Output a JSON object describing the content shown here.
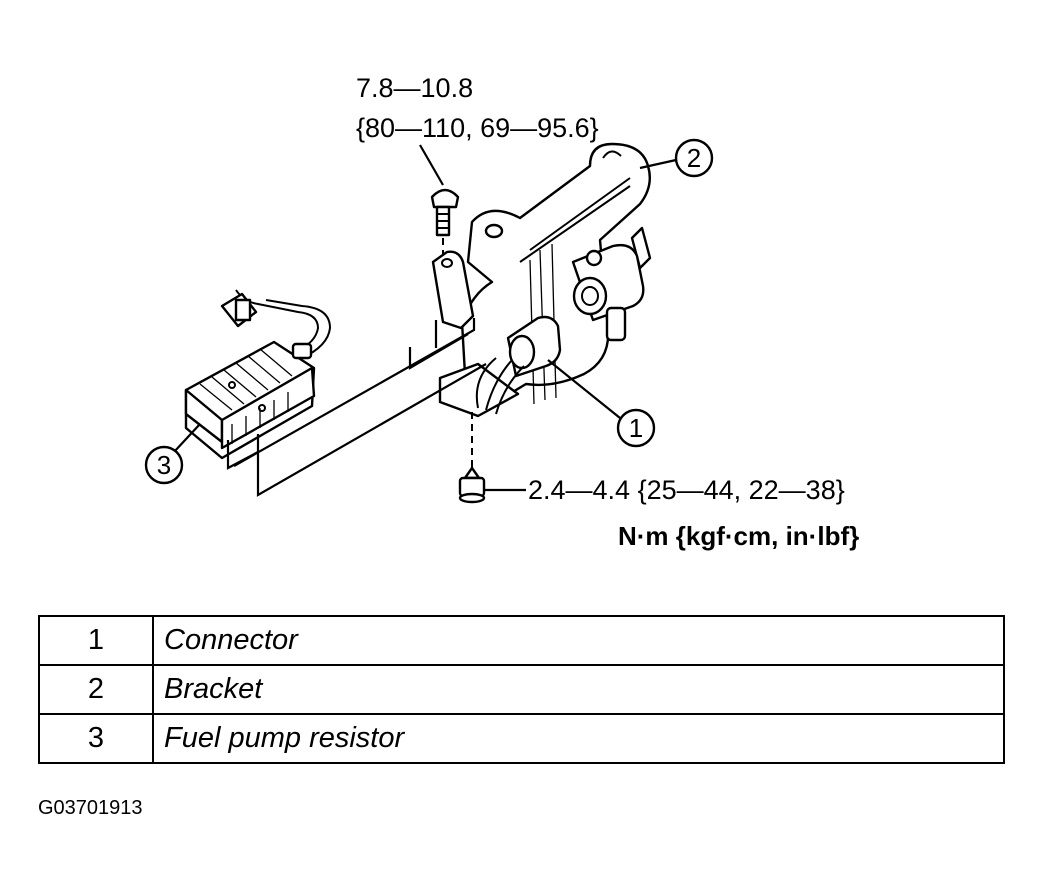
{
  "torque": {
    "top_line1": "7.8—10.8",
    "top_line2": "{80—110, 69—95.6}",
    "bottom": "2.4—4.4 {25—44, 22—38}",
    "units": "N·m {kgf·cm, in·lbf}"
  },
  "callouts": [
    "1",
    "2",
    "3"
  ],
  "legend": [
    {
      "num": "1",
      "name": "Connector"
    },
    {
      "num": "2",
      "name": "Bracket"
    },
    {
      "num": "3",
      "name": "Fuel pump resistor"
    }
  ],
  "figure_code": "G03701913"
}
